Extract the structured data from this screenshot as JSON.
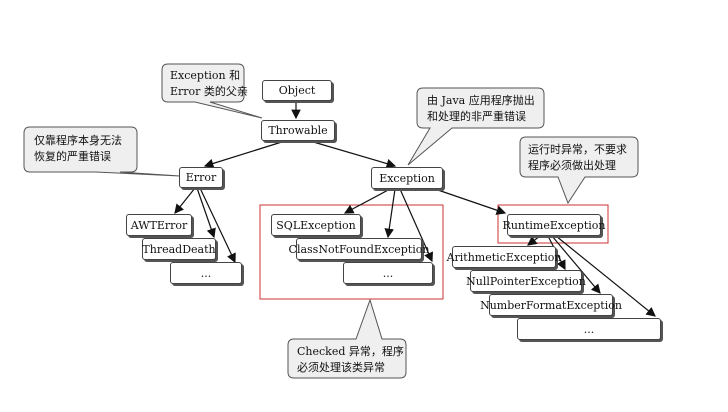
{
  "nodes": {
    "object": "Object",
    "throwable": "Throwable",
    "error": "Error",
    "exception": "Exception",
    "awterror": "AWTError",
    "threaddeath": "ThreadDeath",
    "error_more": "...",
    "sqlexception": "SQLException",
    "classnotfound": "ClassNotFoundException",
    "checked_more": "...",
    "runtime": "RuntimeException",
    "arithmetic": "ArithmeticException",
    "nullpointer": "NullPointerException",
    "numberformat": "NumberFormatException",
    "runtime_more": "..."
  },
  "callouts": {
    "parent": [
      "Exception 和",
      "Error 类的父亲"
    ],
    "error_note": [
      "仅靠程序本身无法",
      "恢复的严重错误"
    ],
    "exception_note": [
      "由 Java 应用程序抛出",
      "和处理的非严重错误"
    ],
    "runtime_note": [
      "运行时异常，不要求",
      "程序必须做出处理"
    ],
    "checked_note": [
      "Checked 异常，程序",
      "必须处理该类异常"
    ]
  },
  "colors": {
    "box_border": "#444444",
    "shadow": "#555555",
    "callout_fill": "#efefef",
    "highlight_red": "#cc3333"
  }
}
